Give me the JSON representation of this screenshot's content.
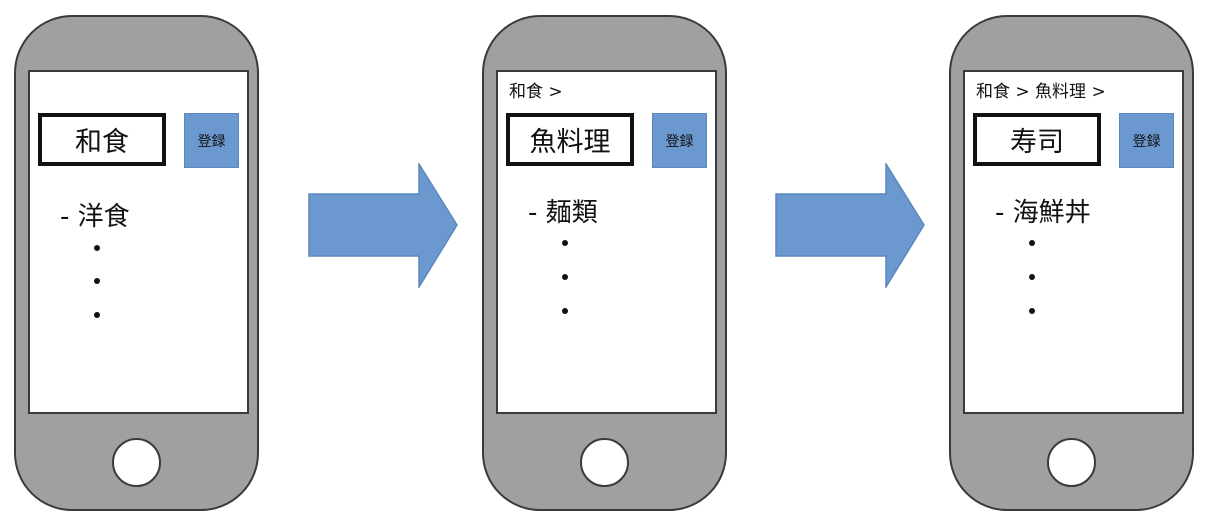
{
  "colors": {
    "phone_body": "#a0a0a0",
    "register_button": "#6b98cf",
    "arrow": "#6b98cf"
  },
  "phones": [
    {
      "breadcrumb": "",
      "category": "和食",
      "register_label": "登録",
      "list_item": "- 洋食"
    },
    {
      "breadcrumb": "和食 >",
      "category": "魚料理",
      "register_label": "登録",
      "list_item": "- 麺類"
    },
    {
      "breadcrumb": "和食 > 魚料理 >",
      "category": "寿司",
      "register_label": "登録",
      "list_item": "- 海鮮丼"
    }
  ]
}
